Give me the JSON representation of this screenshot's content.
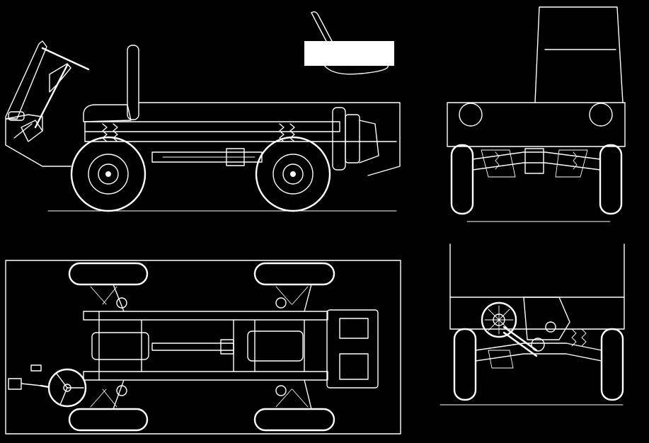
{
  "colors": {
    "background": "#000000",
    "line": "#ffffff"
  },
  "views": [
    {
      "id": "side-view"
    },
    {
      "id": "front-view"
    },
    {
      "id": "top-view"
    },
    {
      "id": "rear-view"
    }
  ]
}
